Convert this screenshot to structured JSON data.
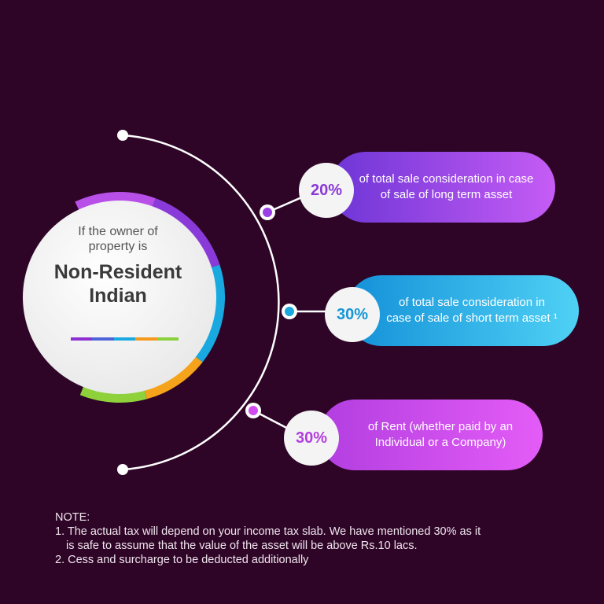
{
  "center": {
    "intro": "If the owner of property is",
    "title": "Non-Resident Indian",
    "rule_colors": [
      "#8c2fd1",
      "#4f63d8",
      "#18a9e0",
      "#f39a1d",
      "#8ad03a"
    ]
  },
  "items": [
    {
      "percent": "20%",
      "text": "of total sale consideration in case of sale of long term asset",
      "color_from": "#6d35d6",
      "color_to": "#c65cf5"
    },
    {
      "percent": "30%",
      "text": "of total sale consideration in case of sale of short term asset ¹",
      "color_from": "#1390d8",
      "color_to": "#4fd1f5"
    },
    {
      "percent": "30%",
      "text": "of Rent (whether paid by an Individual or a Company)",
      "color_from": "#b23ee0",
      "color_to": "#e45cf7"
    }
  ],
  "ring_colors": [
    "#b84fe8",
    "#8a3ad8",
    "#18a9e0",
    "#f5a31a",
    "#8fd13b"
  ],
  "note": {
    "heading": "NOTE:",
    "line1a": "1. The actual tax will depend on your income tax slab. We have mentioned 30% as it",
    "line1b": "is safe to assume that the value of the asset will be above Rs.10 lacs.",
    "line2": "2. Cess and surcharge to be deducted additionally"
  }
}
